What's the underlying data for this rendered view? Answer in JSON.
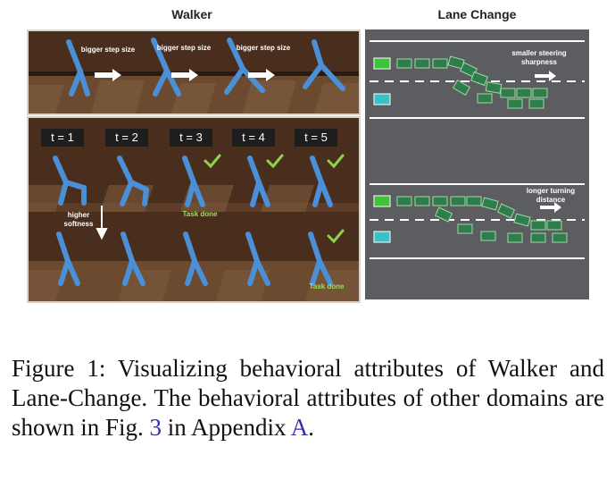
{
  "walker": {
    "title": "Walker",
    "step_labels": [
      "bigger step size",
      "bigger step size",
      "bigger step size"
    ],
    "timesteps": [
      "t = 1",
      "t = 2",
      "t = 3",
      "t = 4",
      "t = 5"
    ],
    "softness_label": "higher softness",
    "task_done_label": "Task done"
  },
  "lane_change": {
    "title": "Lane Change",
    "top_label": "smaller steering sharpness",
    "bottom_label": "longer turning distance"
  },
  "caption": {
    "prefix": "Figure 1:  Visualizing behavioral attributes of Walker and Lane-Change.  The behavioral attributes of other domains are shown in Fig.",
    "fig_ref": "3",
    "middle": "in Appendix",
    "appendix_ref": "A",
    "suffix": "."
  },
  "colors": {
    "walker_blue": "#4a90d9",
    "check_green": "#8fd14f",
    "car_green": "#2e7d4a",
    "lead_car": "#3fc23a",
    "ego_car": "#38c0c8"
  }
}
